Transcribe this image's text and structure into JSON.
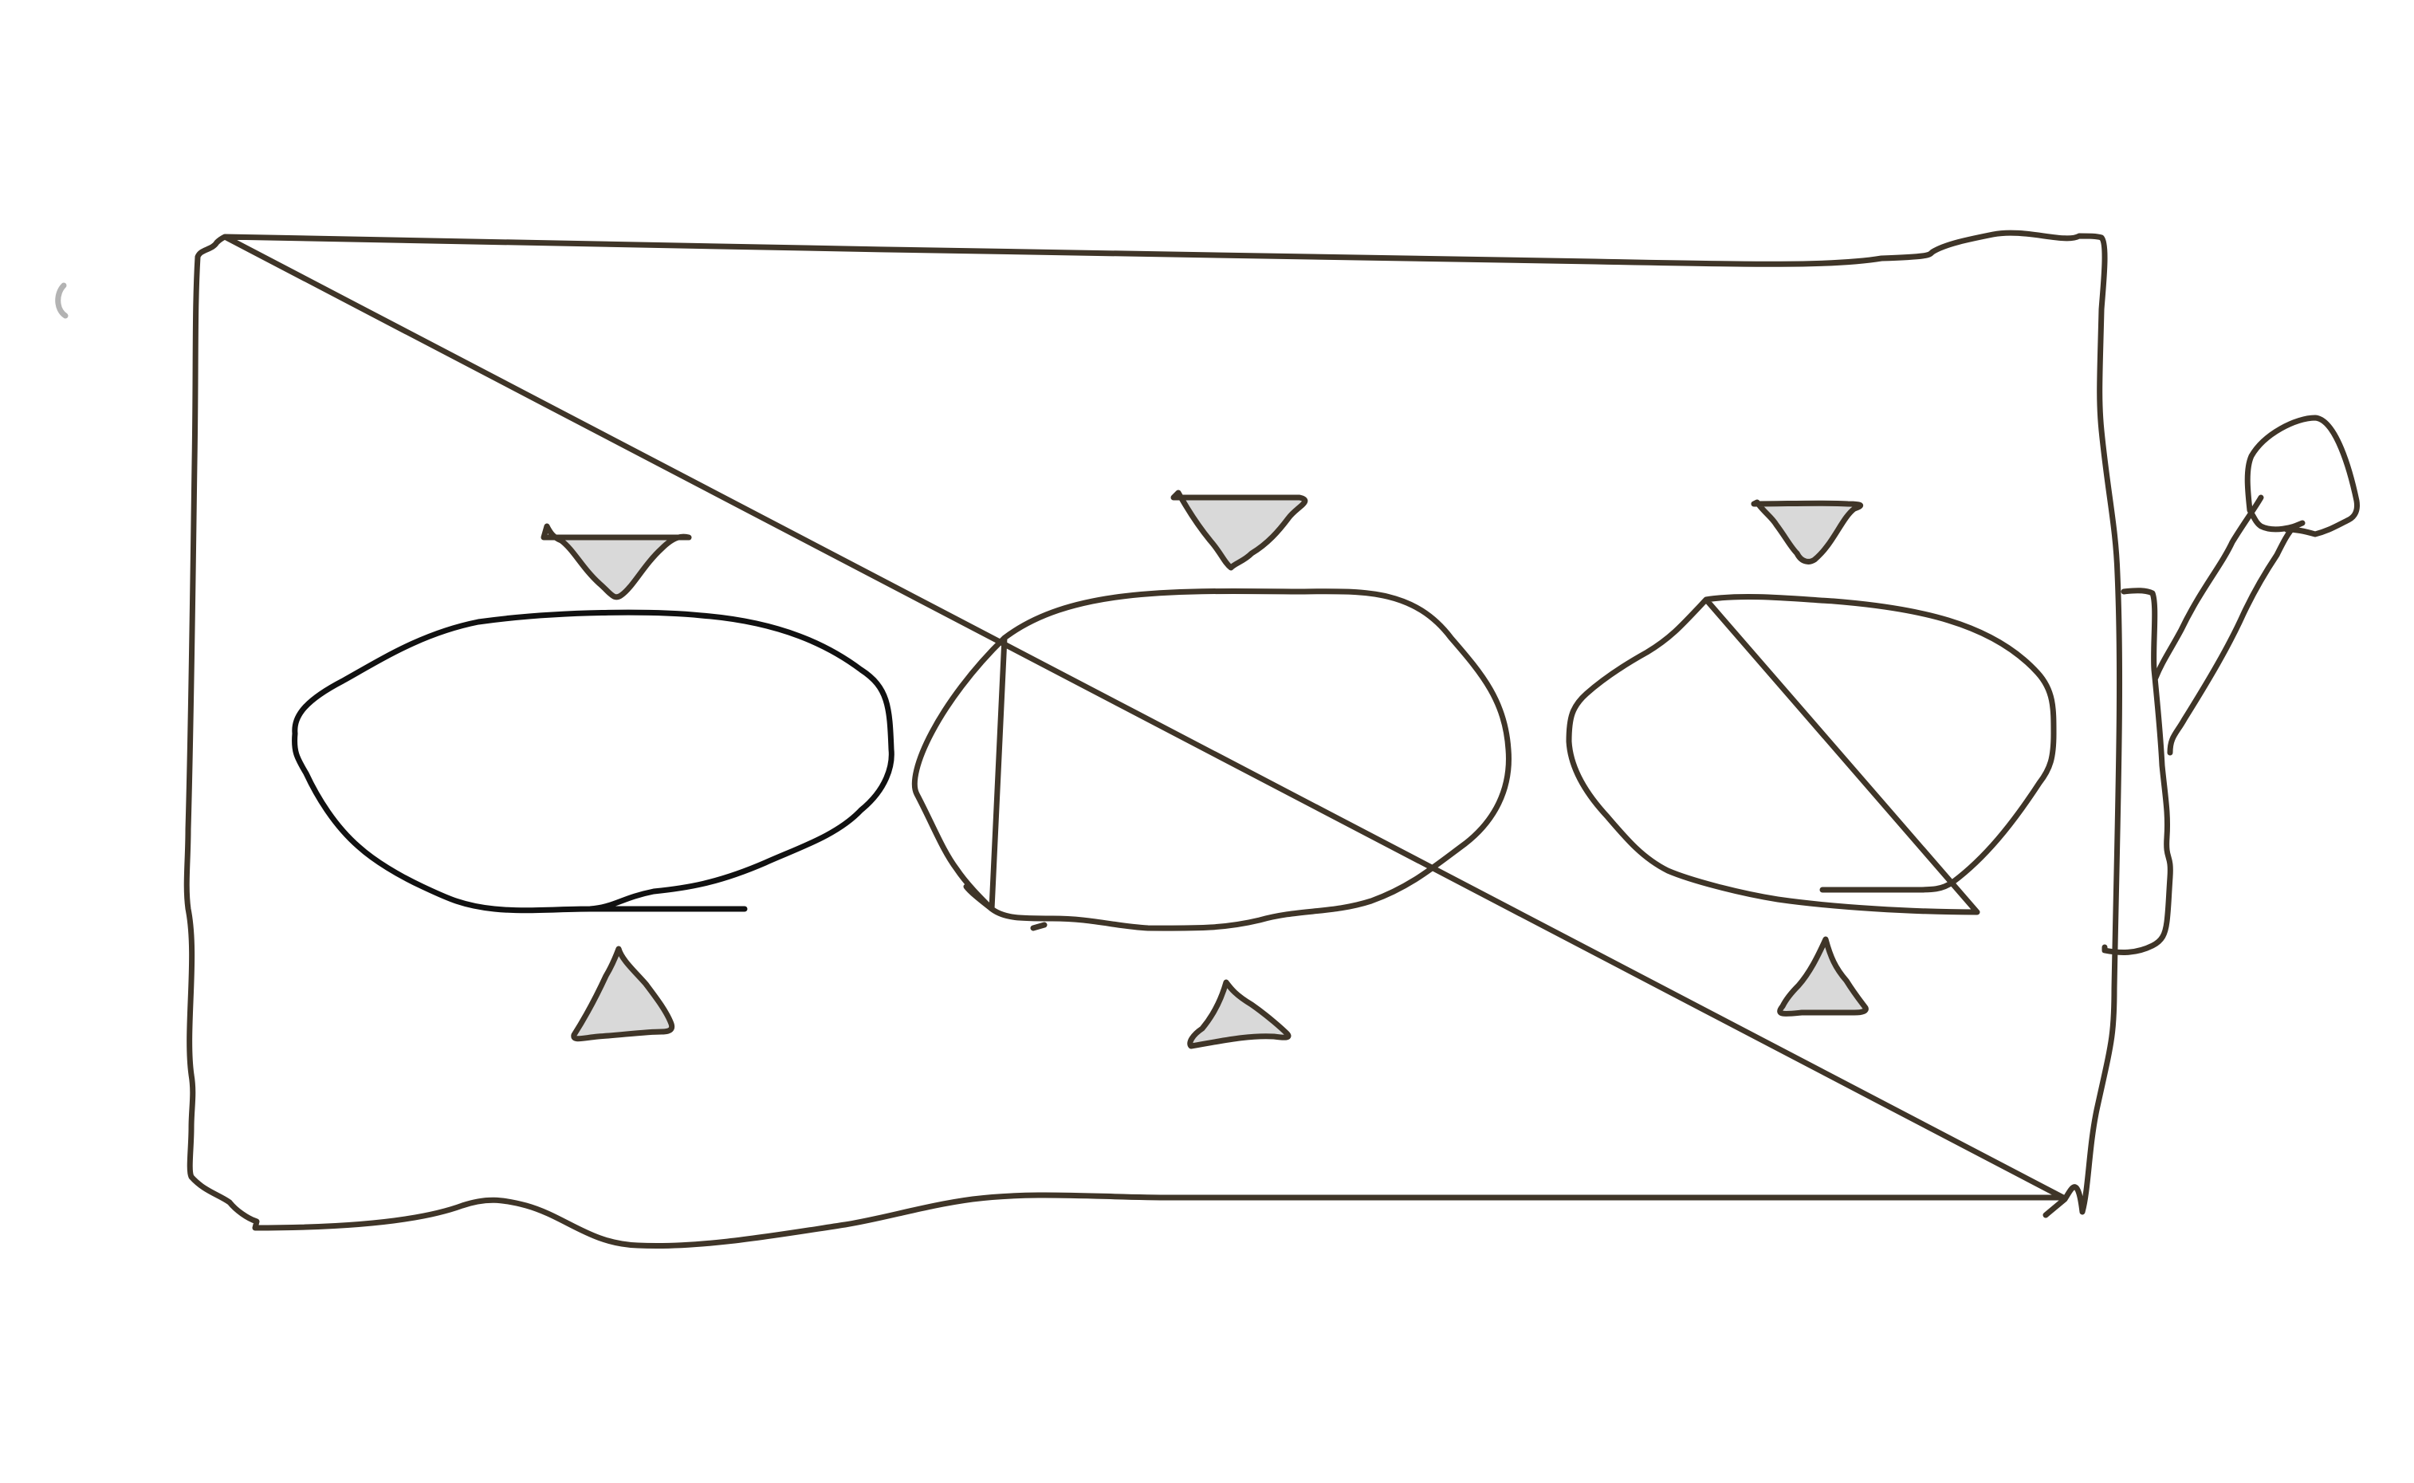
{
  "colors": {
    "stroke": "#3f3528",
    "stroke_dark": "#111111",
    "triangle_fill": "#d9d9d9",
    "background": "#ffffff",
    "faint_mark": "#b3b3b3"
  },
  "diagram": {
    "description_visible_text": "",
    "elements": [
      "outer-box",
      "handle",
      "oval-1",
      "oval-2",
      "oval-3",
      "top-triangle-1",
      "top-triangle-2",
      "top-triangle-3",
      "bottom-triangle-1",
      "bottom-triangle-2",
      "bottom-triangle-3"
    ]
  }
}
